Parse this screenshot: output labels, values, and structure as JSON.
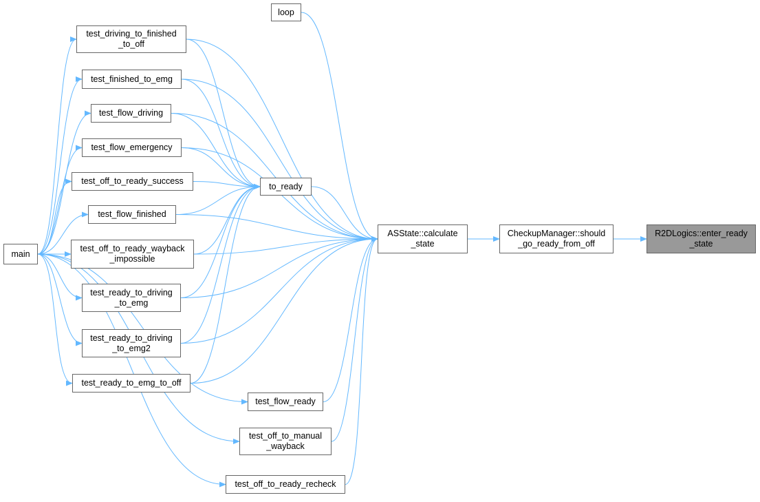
{
  "diagram": {
    "title": "",
    "edge_color": "#63b8ff",
    "node_border_color": "#666666",
    "target_fill_color": "#999999",
    "nodes": {
      "main": {
        "label": "main"
      },
      "loop": {
        "label": "loop"
      },
      "test_driving_to_finished_to_off": {
        "label": "test_driving_to_finished\n_to_off"
      },
      "test_finished_to_emg": {
        "label": "test_finished_to_emg"
      },
      "test_flow_driving": {
        "label": "test_flow_driving"
      },
      "test_flow_emergency": {
        "label": "test_flow_emergency"
      },
      "test_off_to_ready_success": {
        "label": "test_off_to_ready_success"
      },
      "test_flow_finished": {
        "label": "test_flow_finished"
      },
      "test_off_to_ready_wayback_impossible": {
        "label": "test_off_to_ready_wayback\n_impossible"
      },
      "test_ready_to_driving_to_emg": {
        "label": "test_ready_to_driving\n_to_emg"
      },
      "test_ready_to_driving_to_emg2": {
        "label": "test_ready_to_driving\n_to_emg2"
      },
      "test_ready_to_emg_to_off": {
        "label": "test_ready_to_emg_to_off"
      },
      "test_flow_ready": {
        "label": "test_flow_ready"
      },
      "test_off_to_manual_wayback": {
        "label": "test_off_to_manual\n_wayback"
      },
      "test_off_to_ready_recheck": {
        "label": "test_off_to_ready_recheck"
      },
      "to_ready": {
        "label": "to_ready"
      },
      "asstate_calculate_state": {
        "label": "ASState::calculate\n_state"
      },
      "checkupmanager_should_go_ready_from_off": {
        "label": "CheckupManager::should\n_go_ready_from_off"
      },
      "r2dlogics_enter_ready_state": {
        "label": "R2DLogics::enter_ready\n_state"
      }
    },
    "edges": [
      [
        "asstate_calculate_state",
        "checkupmanager_should_go_ready_from_off"
      ],
      [
        "checkupmanager_should_go_ready_from_off",
        "r2dlogics_enter_ready_state"
      ],
      [
        "to_ready",
        "asstate_calculate_state"
      ],
      [
        "loop",
        "asstate_calculate_state"
      ],
      [
        "test_driving_to_finished_to_off",
        "asstate_calculate_state"
      ],
      [
        "test_finished_to_emg",
        "asstate_calculate_state"
      ],
      [
        "test_flow_driving",
        "asstate_calculate_state"
      ],
      [
        "test_flow_emergency",
        "asstate_calculate_state"
      ],
      [
        "test_flow_finished",
        "asstate_calculate_state"
      ],
      [
        "test_off_to_ready_wayback_impossible",
        "asstate_calculate_state"
      ],
      [
        "test_ready_to_driving_to_emg",
        "asstate_calculate_state"
      ],
      [
        "test_ready_to_driving_to_emg2",
        "asstate_calculate_state"
      ],
      [
        "test_ready_to_emg_to_off",
        "asstate_calculate_state"
      ],
      [
        "test_flow_ready",
        "asstate_calculate_state"
      ],
      [
        "test_off_to_manual_wayback",
        "asstate_calculate_state"
      ],
      [
        "test_off_to_ready_recheck",
        "asstate_calculate_state"
      ],
      [
        "test_driving_to_finished_to_off",
        "to_ready"
      ],
      [
        "test_finished_to_emg",
        "to_ready"
      ],
      [
        "test_flow_driving",
        "to_ready"
      ],
      [
        "test_flow_emergency",
        "to_ready"
      ],
      [
        "test_off_to_ready_success",
        "to_ready"
      ],
      [
        "test_flow_finished",
        "to_ready"
      ],
      [
        "test_off_to_ready_wayback_impossible",
        "to_ready"
      ],
      [
        "test_ready_to_driving_to_emg",
        "to_ready"
      ],
      [
        "test_ready_to_driving_to_emg2",
        "to_ready"
      ],
      [
        "test_ready_to_emg_to_off",
        "to_ready"
      ],
      [
        "main",
        "test_driving_to_finished_to_off"
      ],
      [
        "main",
        "test_finished_to_emg"
      ],
      [
        "main",
        "test_flow_driving"
      ],
      [
        "main",
        "test_flow_emergency"
      ],
      [
        "main",
        "test_off_to_ready_success"
      ],
      [
        "main",
        "test_flow_finished"
      ],
      [
        "main",
        "test_off_to_ready_wayback_impossible"
      ],
      [
        "main",
        "test_ready_to_driving_to_emg"
      ],
      [
        "main",
        "test_ready_to_driving_to_emg2"
      ],
      [
        "main",
        "test_ready_to_emg_to_off"
      ],
      [
        "main",
        "test_flow_ready"
      ],
      [
        "main",
        "test_off_to_manual_wayback"
      ],
      [
        "main",
        "test_off_to_ready_recheck"
      ]
    ]
  }
}
